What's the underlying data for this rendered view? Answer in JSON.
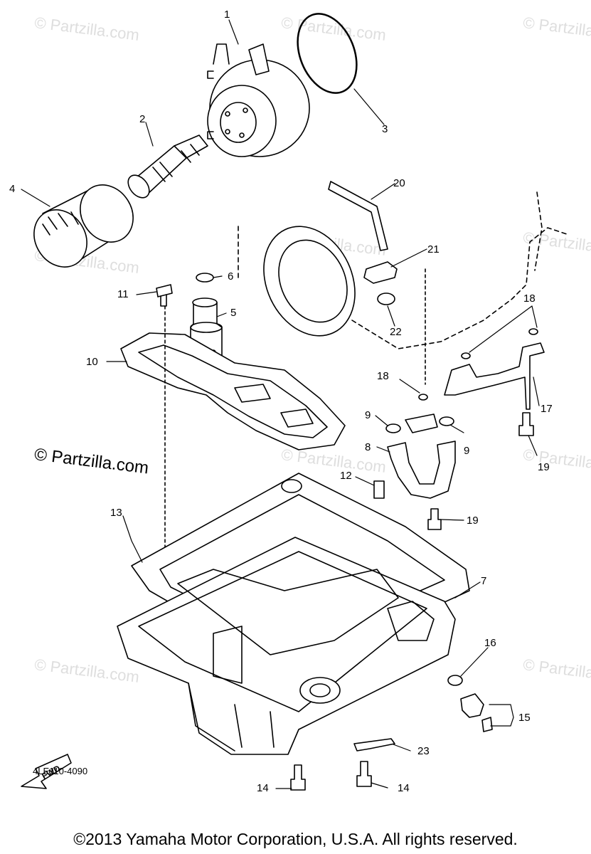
{
  "watermark": "© Partzilla.com",
  "big_watermark": "© Partzilla.com",
  "fwd_label": "FWD",
  "diagram_code": "4LE110-4090",
  "copyright": "©2013 Yamaha Motor Corporation, U.S.A. All rights reserved.",
  "callouts": {
    "c1": "1",
    "c2": "2",
    "c3": "3",
    "c4": "4",
    "c5": "5",
    "c6": "6",
    "c7": "7",
    "c8": "8",
    "c9a": "9",
    "c9b": "9",
    "c10": "10",
    "c11": "11",
    "c12": "12",
    "c13": "13",
    "c14a": "14",
    "c14b": "14",
    "c15": "15",
    "c16": "16",
    "c17": "17",
    "c18a": "18",
    "c18b": "18",
    "c19a": "19",
    "c19b": "19",
    "c20": "20",
    "c21": "21",
    "c22": "22",
    "c23": "23"
  }
}
